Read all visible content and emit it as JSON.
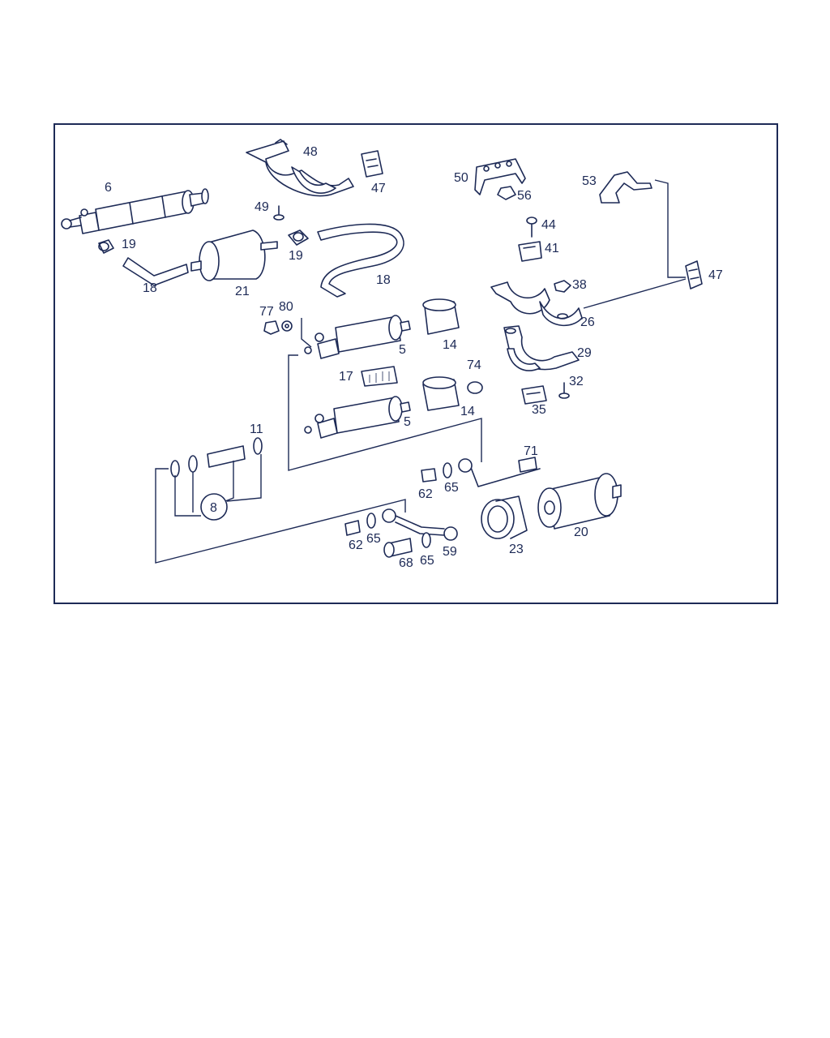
{
  "diagram": {
    "colors": {
      "line": "#1d2a56",
      "background": "#ffffff"
    },
    "labels": {
      "p6": "6",
      "p48": "48",
      "p47a": "47",
      "p49": "49",
      "p19a": "19",
      "p19b": "19",
      "p18a": "18",
      "p18b": "18",
      "p21": "21",
      "p50": "50",
      "p56": "56",
      "p53": "53",
      "p44": "44",
      "p41": "41",
      "p38": "38",
      "p47b": "47",
      "p26": "26",
      "p29": "29",
      "p32": "32",
      "p35": "35",
      "p77": "77",
      "p80": "80",
      "p5a": "5",
      "p5b": "5",
      "p14a": "14",
      "p14b": "14",
      "p17": "17",
      "p74": "74",
      "p11": "11",
      "p8": "8",
      "p71": "71",
      "p62a": "62",
      "p65a": "65",
      "p62b": "62",
      "p65b": "65",
      "p68": "68",
      "p65c": "65",
      "p59": "59",
      "p23": "23",
      "p20": "20"
    }
  }
}
